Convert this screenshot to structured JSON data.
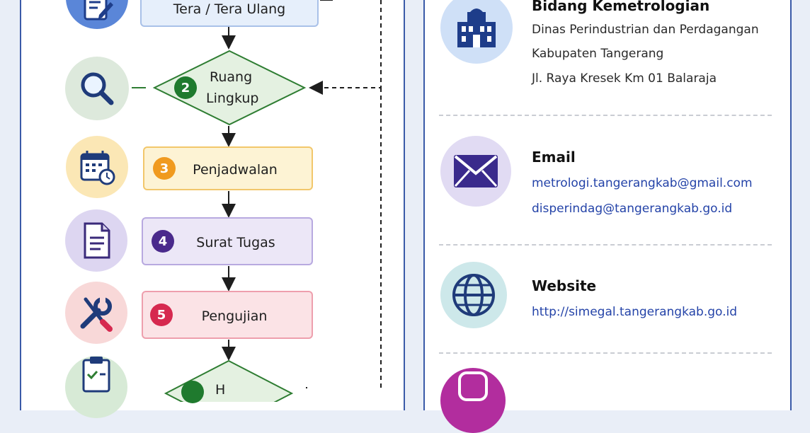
{
  "flow": {
    "step1": {
      "label": "Tera / Tera Ulang"
    },
    "step2": {
      "number": "2",
      "label_line1": "Ruang",
      "label_line2": "Lingkup"
    },
    "step3": {
      "number": "3",
      "label": "Penjadwalan"
    },
    "step4": {
      "number": "4",
      "label": "Surat Tugas"
    },
    "step5": {
      "number": "5",
      "label": "Pengujian"
    },
    "step6": {
      "label_fragment": "H"
    },
    "colors": {
      "green": "#1f7a2e",
      "orange": "#f09a1f",
      "purple": "#4a2a8c",
      "red": "#d6294f",
      "blue": "#2f5fc4"
    },
    "icons": [
      "edit-form-icon",
      "magnifier-icon",
      "calendar-clock-icon",
      "document-icon",
      "wrench-screwdriver-icon",
      "clipboard-check-icon"
    ]
  },
  "contact": {
    "office": {
      "title": "Bidang Kemetrologian",
      "line1": "Dinas Perindustrian dan Perdagangan",
      "line2": "Kabupaten Tangerang",
      "line3": "Jl. Raya Kresek Km 01 Balaraja",
      "icon": "building-icon"
    },
    "email": {
      "title": "Email",
      "address1": "metrologi.tangerangkab@gmail.com",
      "address2": "disperindag@tangerangkab.go.id",
      "icon": "envelope-icon"
    },
    "website": {
      "title": "Website",
      "url": "http://simegal.tangerangkab.go.id",
      "icon": "globe-icon"
    },
    "social": {
      "icon": "instagram-icon"
    }
  }
}
